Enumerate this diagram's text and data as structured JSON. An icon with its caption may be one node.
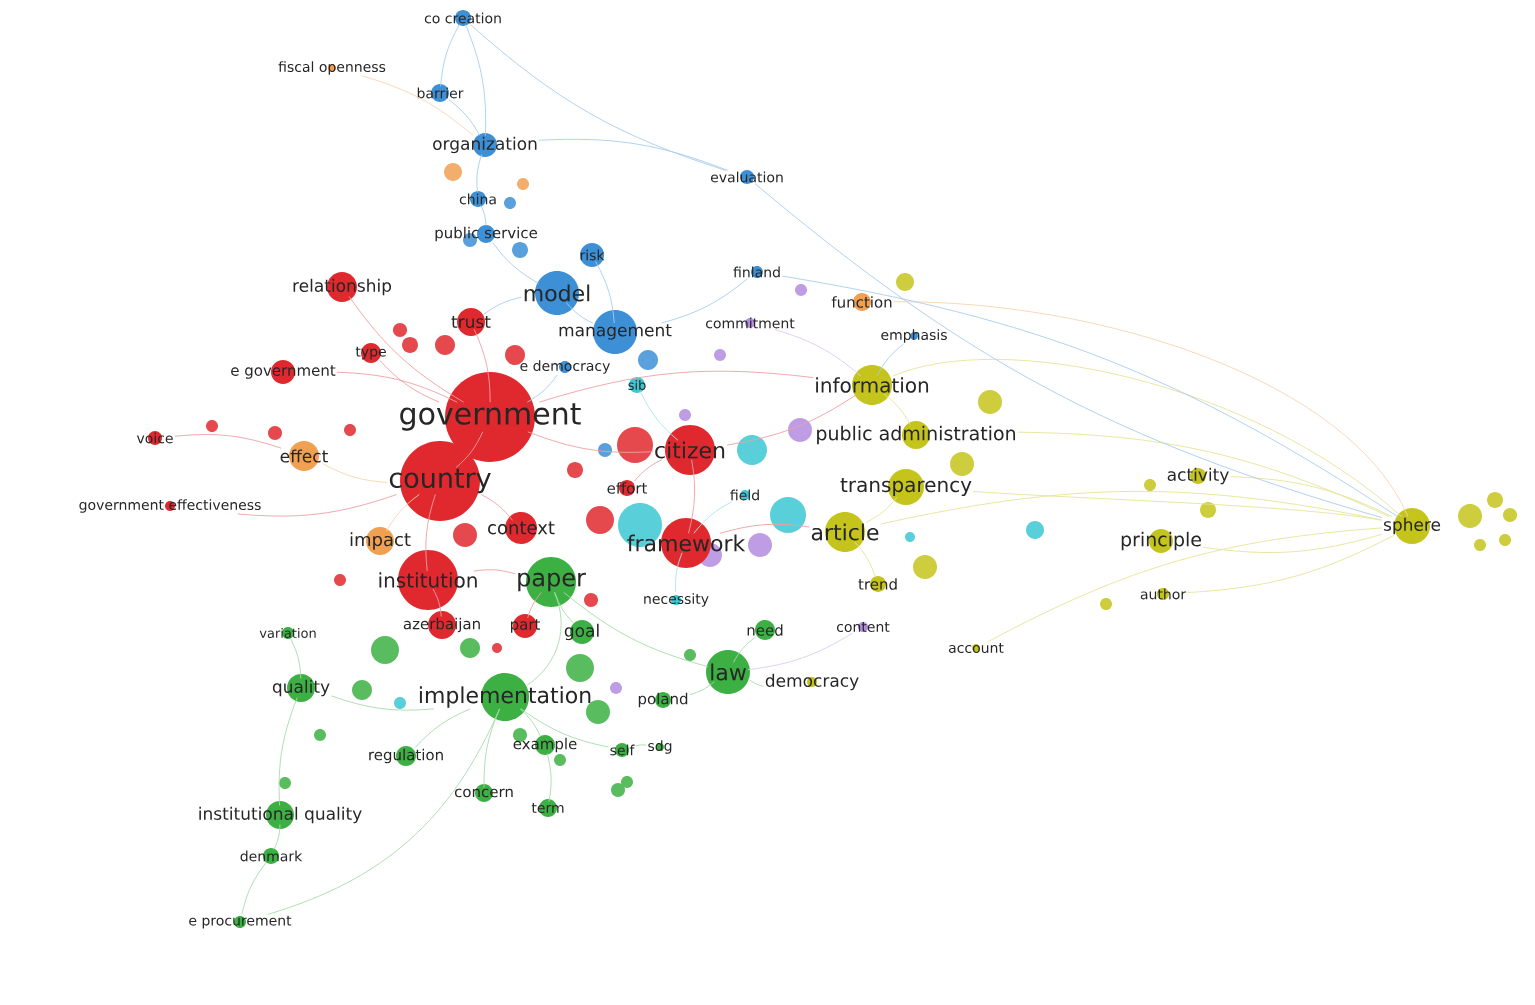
{
  "diagram": {
    "nodes": [
      {
        "text": [
          "co creation"
        ]
      },
      {
        "text": [
          "fiscal openness"
        ]
      },
      {
        "text": [
          "barrier"
        ]
      },
      {
        "text": [
          "organization"
        ]
      },
      {
        "text": [
          "evaluation"
        ]
      },
      {
        "text": [
          "china"
        ]
      },
      {
        "text": [
          "public service"
        ]
      },
      {
        "text": [
          "risk"
        ]
      },
      {
        "text": [
          "finland"
        ]
      },
      {
        "text": [
          "relationship"
        ]
      },
      {
        "text": [
          "model"
        ]
      },
      {
        "text": [
          "function"
        ]
      },
      {
        "text": [
          "trust"
        ]
      },
      {
        "text": [
          "management"
        ]
      },
      {
        "text": [
          "commitment"
        ]
      },
      {
        "text": [
          "emphasis"
        ]
      },
      {
        "text": [
          "type"
        ]
      },
      {
        "text": [
          "e government"
        ]
      },
      {
        "text": [
          "e democracy"
        ]
      },
      {
        "text": [
          "information"
        ]
      },
      {
        "text": [
          "sib"
        ]
      },
      {
        "text": [
          "government"
        ]
      },
      {
        "text": [
          "public administration"
        ]
      },
      {
        "text": [
          "voice"
        ]
      },
      {
        "text": [
          "effect"
        ]
      },
      {
        "text": [
          "citizen"
        ]
      },
      {
        "text": [
          "country"
        ]
      },
      {
        "text": [
          "transparency"
        ]
      },
      {
        "text": [
          "activity"
        ]
      },
      {
        "text": [
          "effort"
        ]
      },
      {
        "text": [
          "field"
        ]
      },
      {
        "text": [
          "government effectiveness"
        ]
      },
      {
        "text": [
          "sphere"
        ]
      },
      {
        "text": [
          "impact"
        ]
      },
      {
        "text": [
          "context"
        ]
      },
      {
        "text": [
          "framework"
        ]
      },
      {
        "text": [
          "article"
        ]
      },
      {
        "text": [
          "principle"
        ]
      },
      {
        "text": [
          "institution"
        ]
      },
      {
        "text": [
          "paper"
        ]
      },
      {
        "text": [
          "necessity"
        ]
      },
      {
        "text": [
          "trend"
        ]
      },
      {
        "text": [
          "author"
        ]
      },
      {
        "text": [
          "variation"
        ]
      },
      {
        "text": [
          "azerbaijan"
        ]
      },
      {
        "text": [
          "part"
        ]
      },
      {
        "text": [
          "goal"
        ]
      },
      {
        "text": [
          "need"
        ]
      },
      {
        "text": [
          "content"
        ]
      },
      {
        "text": [
          "account"
        ]
      },
      {
        "text": [
          "law"
        ]
      },
      {
        "text": [
          "democracy"
        ]
      },
      {
        "text": [
          "quality"
        ]
      },
      {
        "text": [
          "implementation"
        ]
      },
      {
        "text": [
          "poland"
        ]
      },
      {
        "text": [
          "regulation"
        ]
      },
      {
        "text": [
          "example"
        ]
      },
      {
        "text": [
          "self"
        ]
      },
      {
        "text": [
          "sdg"
        ]
      },
      {
        "text": [
          "concern"
        ]
      },
      {
        "text": [
          "term"
        ]
      },
      {
        "text": [
          "institutional quality"
        ]
      },
      {
        "text": [
          "denmark"
        ]
      },
      {
        "text": [
          "e procurement"
        ]
      }
    ],
    "edges": [
      {
        "from": 0,
        "to": 2,
        "arrow": "none"
      },
      {
        "from": 2,
        "to": 3,
        "arrow": "none"
      },
      {
        "from": 3,
        "to": 5,
        "arrow": "none"
      },
      {
        "from": 5,
        "to": 6,
        "arrow": "none"
      },
      {
        "from": 6,
        "to": 10,
        "arrow": "none"
      },
      {
        "from": 0,
        "to": 3,
        "arrow": "none"
      },
      {
        "from": 0,
        "to": 4,
        "arrow": "none"
      },
      {
        "from": 3,
        "to": 4,
        "arrow": "none"
      },
      {
        "from": 10,
        "to": 13,
        "arrow": "none"
      },
      {
        "from": 7,
        "to": 13,
        "arrow": "none"
      },
      {
        "from": 10,
        "to": 12,
        "arrow": "none"
      },
      {
        "from": 12,
        "to": 21,
        "arrow": "none"
      },
      {
        "from": 9,
        "to": 21,
        "arrow": "none"
      },
      {
        "from": 17,
        "to": 21,
        "arrow": "none"
      },
      {
        "from": 16,
        "to": 21,
        "arrow": "none"
      },
      {
        "from": 23,
        "to": 24,
        "arrow": "none"
      },
      {
        "from": 24,
        "to": 26,
        "arrow": "none"
      },
      {
        "from": 21,
        "to": 26,
        "arrow": "none"
      },
      {
        "from": 21,
        "to": 25,
        "arrow": "none"
      },
      {
        "from": 25,
        "to": 35,
        "arrow": "none"
      },
      {
        "from": 26,
        "to": 38,
        "arrow": "none"
      },
      {
        "from": 38,
        "to": 39,
        "arrow": "none"
      },
      {
        "from": 39,
        "to": 53,
        "arrow": "none"
      },
      {
        "from": 53,
        "to": 52,
        "arrow": "none"
      },
      {
        "from": 53,
        "to": 55,
        "arrow": "none"
      },
      {
        "from": 53,
        "to": 56,
        "arrow": "none"
      },
      {
        "from": 52,
        "to": 61,
        "arrow": "none"
      },
      {
        "from": 61,
        "to": 62,
        "arrow": "none"
      },
      {
        "from": 62,
        "to": 63,
        "arrow": "none"
      },
      {
        "from": 63,
        "to": 53,
        "arrow": "none"
      },
      {
        "from": 53,
        "to": 59,
        "arrow": "none"
      },
      {
        "from": 56,
        "to": 60,
        "arrow": "none"
      },
      {
        "from": 39,
        "to": 50,
        "arrow": "none"
      },
      {
        "from": 50,
        "to": 47,
        "arrow": "none"
      },
      {
        "from": 50,
        "to": 51,
        "arrow": "none"
      },
      {
        "from": 46,
        "to": 39,
        "arrow": "none"
      },
      {
        "from": 44,
        "to": 38,
        "arrow": "none"
      },
      {
        "from": 45,
        "to": 39,
        "arrow": "none"
      },
      {
        "from": 19,
        "to": 32,
        "arrow": "none"
      },
      {
        "from": 22,
        "to": 32,
        "arrow": "none"
      },
      {
        "from": 27,
        "to": 32,
        "arrow": "none"
      },
      {
        "from": 36,
        "to": 32,
        "arrow": "none"
      },
      {
        "from": 37,
        "to": 32,
        "arrow": "none"
      },
      {
        "from": 28,
        "to": 32,
        "arrow": "none"
      },
      {
        "from": 42,
        "to": 32,
        "arrow": "none"
      },
      {
        "from": 49,
        "to": 32,
        "arrow": "none"
      },
      {
        "from": 11,
        "to": 32,
        "arrow": "none"
      },
      {
        "from": 35,
        "to": 36,
        "arrow": "none"
      },
      {
        "from": 36,
        "to": 27,
        "arrow": "none"
      },
      {
        "from": 19,
        "to": 22,
        "arrow": "none"
      },
      {
        "from": 25,
        "to": 19,
        "arrow": "none"
      },
      {
        "from": 21,
        "to": 19,
        "arrow": "none"
      },
      {
        "from": 31,
        "to": 26,
        "arrow": "none"
      },
      {
        "from": 33,
        "to": 26,
        "arrow": "none"
      },
      {
        "from": 34,
        "to": 26,
        "arrow": "none"
      },
      {
        "from": 29,
        "to": 25,
        "arrow": "none"
      },
      {
        "from": 13,
        "to": 8,
        "arrow": "none"
      },
      {
        "from": 14,
        "to": 19,
        "arrow": "none"
      },
      {
        "from": 15,
        "to": 19,
        "arrow": "none"
      },
      {
        "from": 18,
        "to": 21,
        "arrow": "none"
      },
      {
        "from": 20,
        "to": 25,
        "arrow": "none"
      },
      {
        "from": 43,
        "to": 52,
        "arrow": "none"
      },
      {
        "from": 54,
        "to": 50,
        "arrow": "none"
      },
      {
        "from": 57,
        "to": 53,
        "arrow": "none"
      },
      {
        "from": 58,
        "to": 57,
        "arrow": "none"
      },
      {
        "from": 40,
        "to": 35,
        "arrow": "none"
      },
      {
        "from": 41,
        "to": 36,
        "arrow": "none"
      },
      {
        "from": 48,
        "to": 50,
        "arrow": "none"
      },
      {
        "from": 30,
        "to": 35,
        "arrow": "none"
      },
      {
        "from": 1,
        "to": 3,
        "arrow": "none"
      },
      {
        "from": 4,
        "to": 32,
        "arrow": "none"
      },
      {
        "from": 8,
        "to": 32,
        "arrow": "none"
      }
    ]
  }
}
